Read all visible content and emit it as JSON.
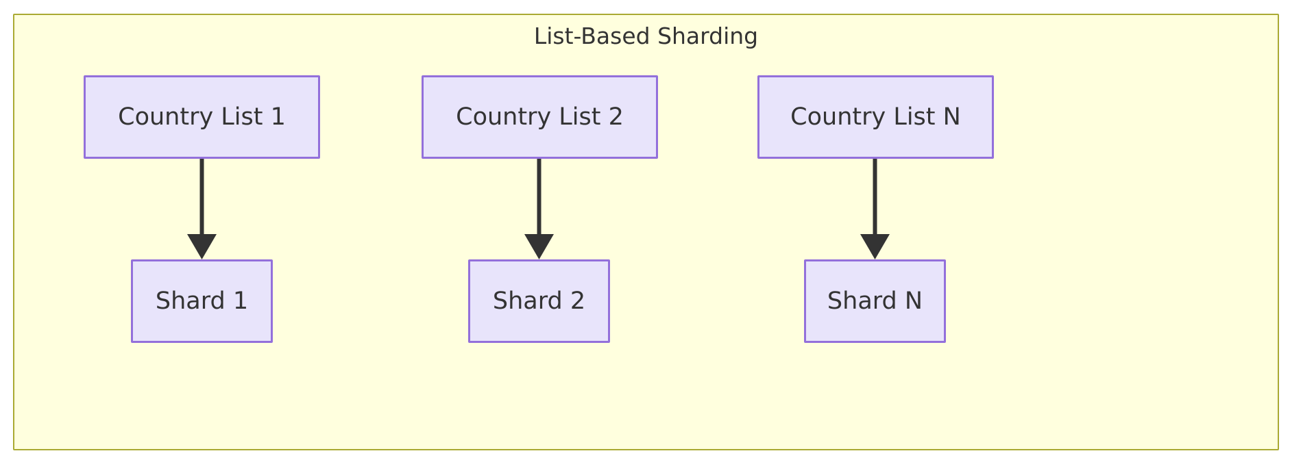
{
  "diagram": {
    "type": "flowchart",
    "title": "List-Based Sharding",
    "container": {
      "label": "List-Based Sharding",
      "fill_color": "#ffffde",
      "border_color": "#aaaa33"
    },
    "node_style": {
      "fill_color": "#e8e4fb",
      "border_color": "#9370db",
      "text_color": "#333333"
    },
    "edge_style": {
      "color": "#333333",
      "arrow": "filled-triangle",
      "direction": "top-to-bottom"
    },
    "nodes": [
      {
        "id": "list1",
        "label": "Country List 1",
        "row": "source"
      },
      {
        "id": "list2",
        "label": "Country List 2",
        "row": "source"
      },
      {
        "id": "listn",
        "label": "Country List N",
        "row": "source"
      },
      {
        "id": "shard1",
        "label": "Shard 1",
        "row": "target"
      },
      {
        "id": "shard2",
        "label": "Shard 2",
        "row": "target"
      },
      {
        "id": "shardn",
        "label": "Shard N",
        "row": "target"
      }
    ],
    "edges": [
      {
        "from": "list1",
        "to": "shard1",
        "label": ""
      },
      {
        "from": "list2",
        "to": "shard2",
        "label": ""
      },
      {
        "from": "listn",
        "to": "shardn",
        "label": ""
      }
    ]
  }
}
